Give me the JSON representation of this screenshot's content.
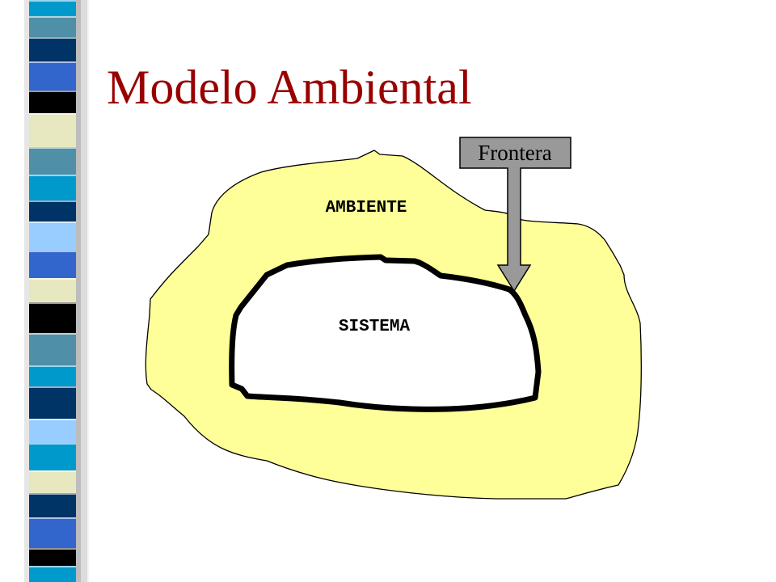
{
  "slide": {
    "title": "Modelo Ambiental"
  },
  "diagram": {
    "environment_label": "AMBIENTE",
    "system_label": "SISTEMA",
    "boundary_callout": "Frontera"
  },
  "colors": {
    "title": "#990000",
    "environment_fill": "#ffff99",
    "system_fill": "#ffffff",
    "boundary_stroke": "#000000",
    "callout_fill": "#999999",
    "strip_blue": "#3366cc",
    "strip_navy": "#003366",
    "strip_teal": "#4f8fa8",
    "strip_cyan": "#0099cc",
    "strip_light_blue": "#99ccff",
    "strip_cream": "#e8e8c0",
    "strip_black": "#000000"
  }
}
